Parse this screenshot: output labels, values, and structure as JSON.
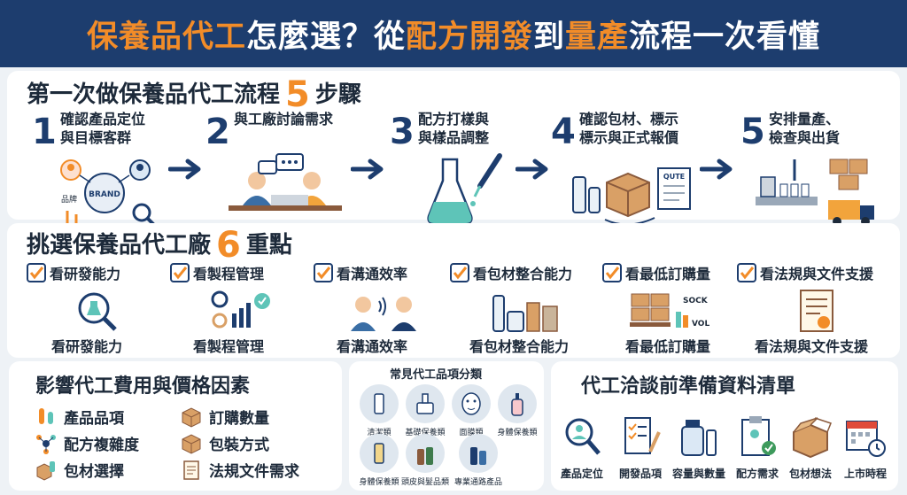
{
  "banner": {
    "part1": "保養品代工",
    "part2": "怎麼選？從",
    "part3": "配方開發",
    "part4": "到",
    "part5": "量產",
    "part6": "流程一次看懂"
  },
  "process": {
    "title_pre": "第一次做保養品代工流程",
    "title_num": "5",
    "title_post": "步驟",
    "steps": [
      {
        "num": "1",
        "title": "確認產品定位\n與目標客群",
        "tags": {
          "brand": "BRAND",
          "product": "品牌"
        }
      },
      {
        "num": "2",
        "title": "與工廠討論需求"
      },
      {
        "num": "3",
        "title": "配方打樣與\n與樣品調整"
      },
      {
        "num": "4",
        "title": "確認包材、標示\n標示與正式報價",
        "tags": {
          "quote": "QUTE"
        }
      },
      {
        "num": "5",
        "title": "安排量產、\n檢查與出貨"
      }
    ]
  },
  "selection": {
    "title_pre": "挑選保養品代工廠",
    "title_num": "6",
    "title_post": "重點",
    "points": [
      {
        "label": "看研發能力",
        "caption": "看研發能力"
      },
      {
        "label": "看製程管理",
        "caption": "看製程管理"
      },
      {
        "label": "看溝通效率",
        "caption": "看溝通效率"
      },
      {
        "label": "看包材整合能力",
        "caption": "看包材整合能力"
      },
      {
        "label": "看最低訂購量",
        "caption": "看最低訂購量",
        "tags": {
          "sock": "SOCK",
          "vol": "VOL"
        }
      },
      {
        "label": "看法規與文件支援",
        "caption": "看法規與文件支援"
      }
    ]
  },
  "factors": {
    "title": "影響代工費用與價格因素",
    "items": [
      "產品品項",
      "訂購數量",
      "配方複雜度",
      "包裝方式",
      "包材選擇",
      "法規文件需求"
    ]
  },
  "categories": {
    "title": "常見代工品項分類",
    "items": [
      "清潔類",
      "基礎保養類",
      "面膜類",
      "身體保養類",
      "身體保養類",
      "頭皮與髮品類",
      "專業通路產品"
    ]
  },
  "prep": {
    "title": "代工洽談前準備資料清單",
    "items": [
      "產品定位",
      "開發品項",
      "容量與數量",
      "配方需求",
      "包材想法",
      "上市時程"
    ]
  },
  "colors": {
    "navy": "#1d3d6e",
    "orange": "#f28c28",
    "background": "#eef2f6"
  }
}
